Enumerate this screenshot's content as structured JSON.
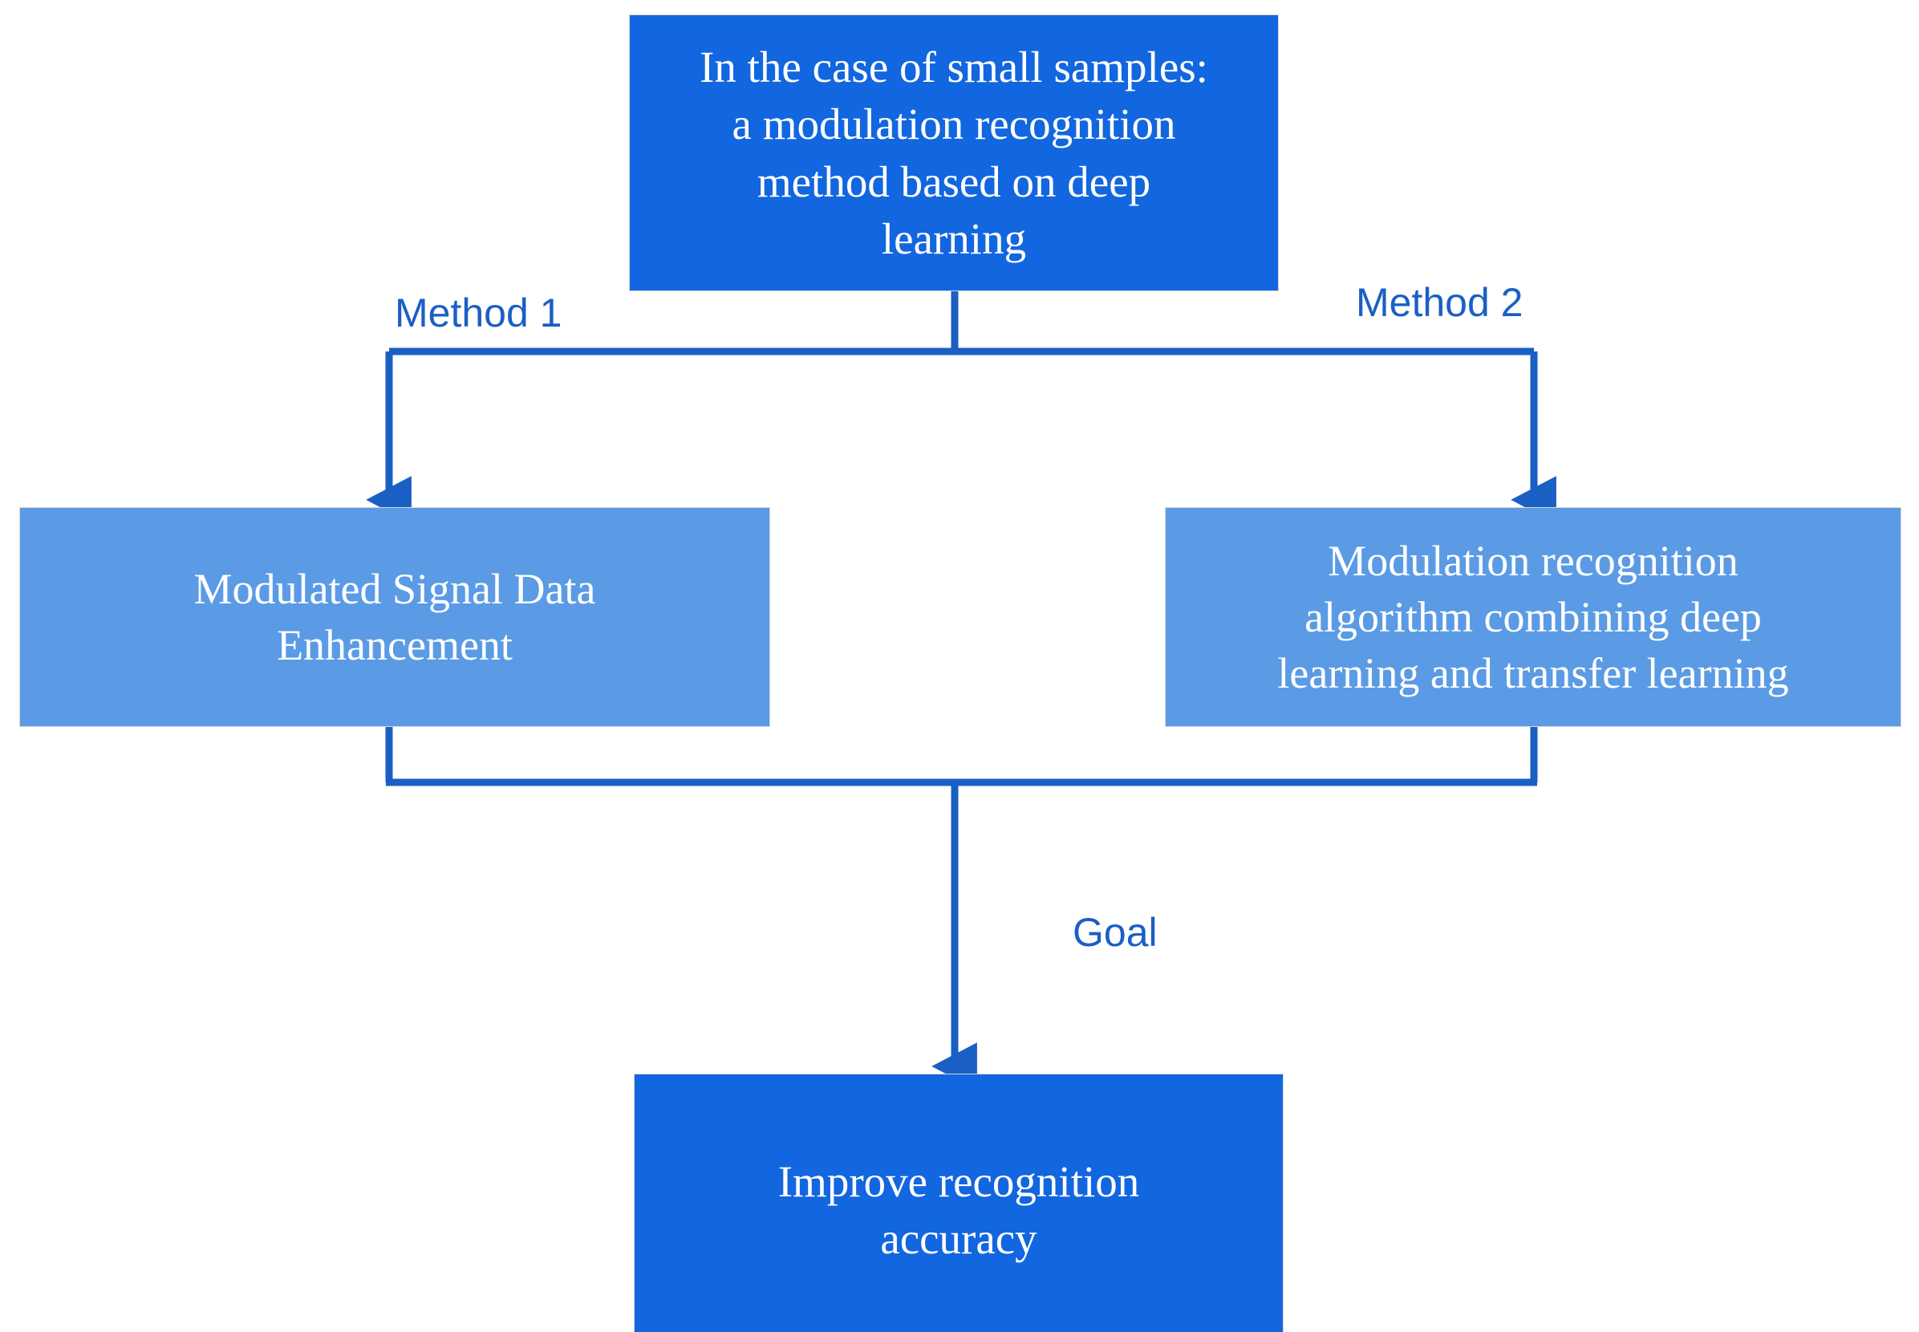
{
  "diagram": {
    "title": "Research approach flowchart for modulation recognition under small samples",
    "background_color": "#ffffff",
    "colors": {
      "node_primary": "#1266E0",
      "node_secondary": "#5B9BE5",
      "connector": "#1A5FC4",
      "node_text": "#ffffff",
      "label_text": "#1A5FC4",
      "node_border": "#d9d9d9"
    },
    "nodes": {
      "root": {
        "text": "In the case of small samples:\na modulation recognition\nmethod based on deep\nlearning",
        "fill": "#1266E0"
      },
      "method1": {
        "text": "Modulated Signal Data\nEnhancement",
        "fill": "#5B9BE5"
      },
      "method2": {
        "text": "Modulation recognition\nalgorithm combining deep\nlearning and transfer learning",
        "fill": "#5B9BE5"
      },
      "goal": {
        "text": "Improve recognition\naccuracy",
        "fill": "#1266E0"
      }
    },
    "edge_labels": {
      "method1": "Method 1",
      "method2": "Method 2",
      "goal": "Goal"
    }
  }
}
